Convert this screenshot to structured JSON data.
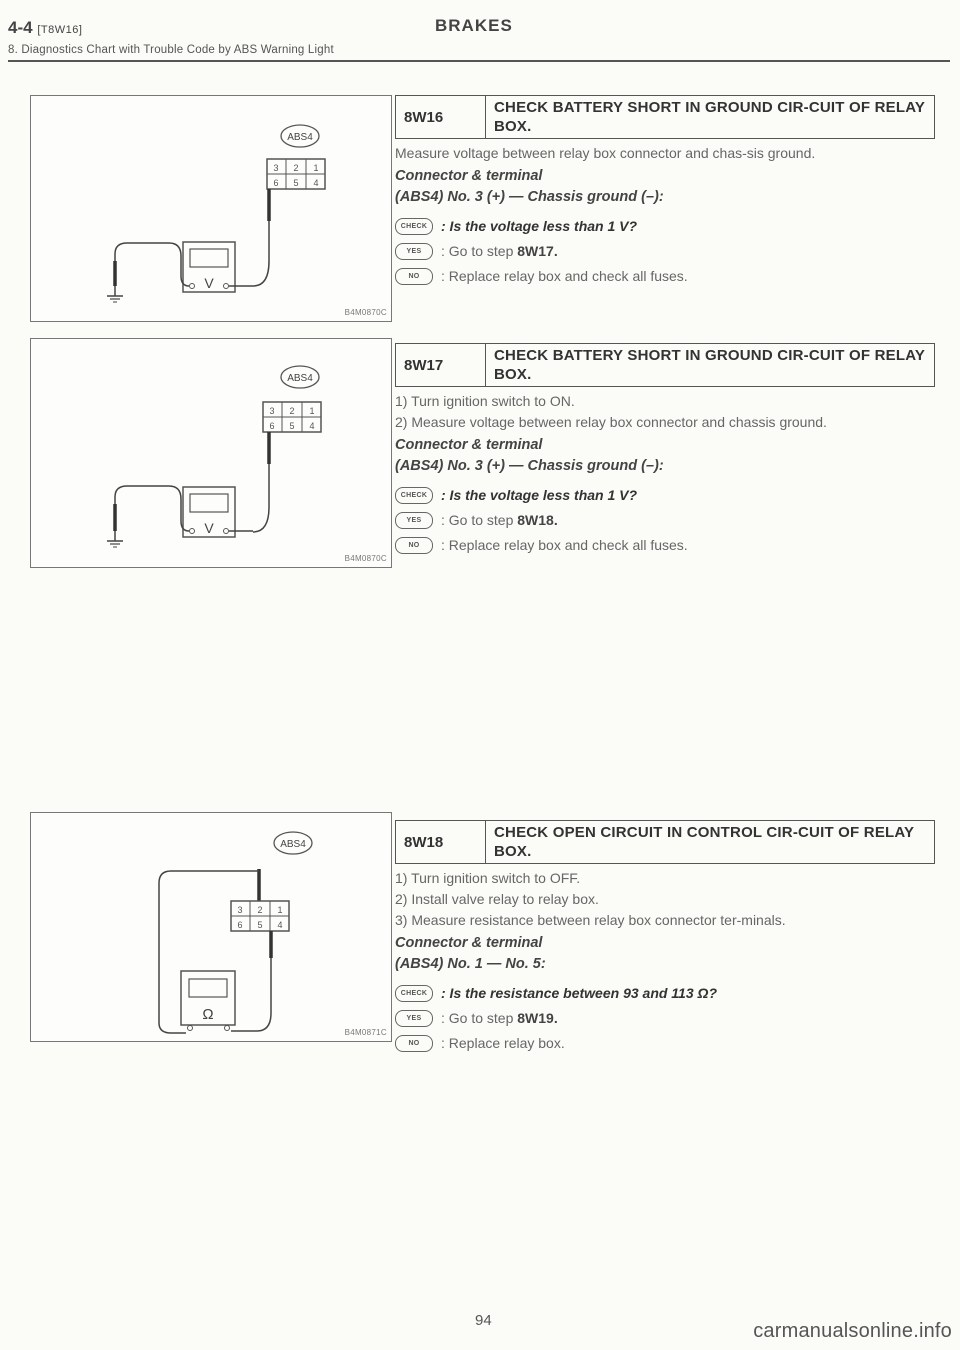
{
  "header": {
    "section": "4-4",
    "code": "[T8W16]",
    "title": "BRAKES",
    "subtitle": "8. Diagnostics Chart with Trouble Code by ABS Warning Light"
  },
  "figures": [
    {
      "connector": "ABS4",
      "pins_top": [
        "3",
        "2",
        "1"
      ],
      "pins_bottom": [
        "6",
        "5",
        "4"
      ],
      "meter": "V",
      "code": "B4M0870C"
    },
    {
      "connector": "ABS4",
      "pins_top": [
        "3",
        "2",
        "1"
      ],
      "pins_bottom": [
        "6",
        "5",
        "4"
      ],
      "meter": "V",
      "code": "B4M0870C"
    },
    {
      "connector": "ABS4",
      "pins_top": [
        "3",
        "2",
        "1"
      ],
      "pins_bottom": [
        "6",
        "5",
        "4"
      ],
      "meter": "Ω",
      "code": "B4M0871C"
    }
  ],
  "badges": {
    "check": "CHECK",
    "yes": "YES",
    "no": "NO"
  },
  "steps": [
    {
      "num": "8W16",
      "title": "CHECK BATTERY SHORT IN GROUND CIR-CUIT OF RELAY BOX.",
      "lines": [
        "Measure voltage between relay box connector and chas-sis ground."
      ],
      "connector_label": "Connector & terminal",
      "connector_spec": "(ABS4) No. 3 (+) — Chassis ground (–):",
      "check": ": Is the voltage less than 1 V?",
      "yes_text": ": Go to step",
      "yes_step": "8W17.",
      "no_text": ": Replace relay box and check all fuses."
    },
    {
      "num": "8W17",
      "title": "CHECK BATTERY SHORT IN GROUND CIR-CUIT OF RELAY BOX.",
      "lines": [
        "1) Turn ignition switch to ON.",
        "2) Measure voltage between relay box connector and chassis ground."
      ],
      "connector_label": "Connector & terminal",
      "connector_spec": "(ABS4) No. 3 (+) — Chassis ground (–):",
      "check": ": Is the voltage less than 1 V?",
      "yes_text": ": Go to step",
      "yes_step": "8W18.",
      "no_text": ": Replace relay box and check all fuses."
    },
    {
      "num": "8W18",
      "title": "CHECK OPEN CIRCUIT IN CONTROL CIR-CUIT OF RELAY BOX.",
      "lines": [
        "1) Turn ignition switch to OFF.",
        "2) Install valve relay to relay box.",
        "3) Measure resistance between relay box connector ter-minals."
      ],
      "connector_label": "Connector & terminal",
      "connector_spec": "(ABS4) No. 1 — No. 5:",
      "check": ": Is the resistance between 93 and 113 Ω?",
      "yes_text": ": Go to step",
      "yes_step": "8W19.",
      "no_text": ": Replace relay box."
    }
  ],
  "page_number": "94",
  "watermark": "carmanualsonline.info"
}
